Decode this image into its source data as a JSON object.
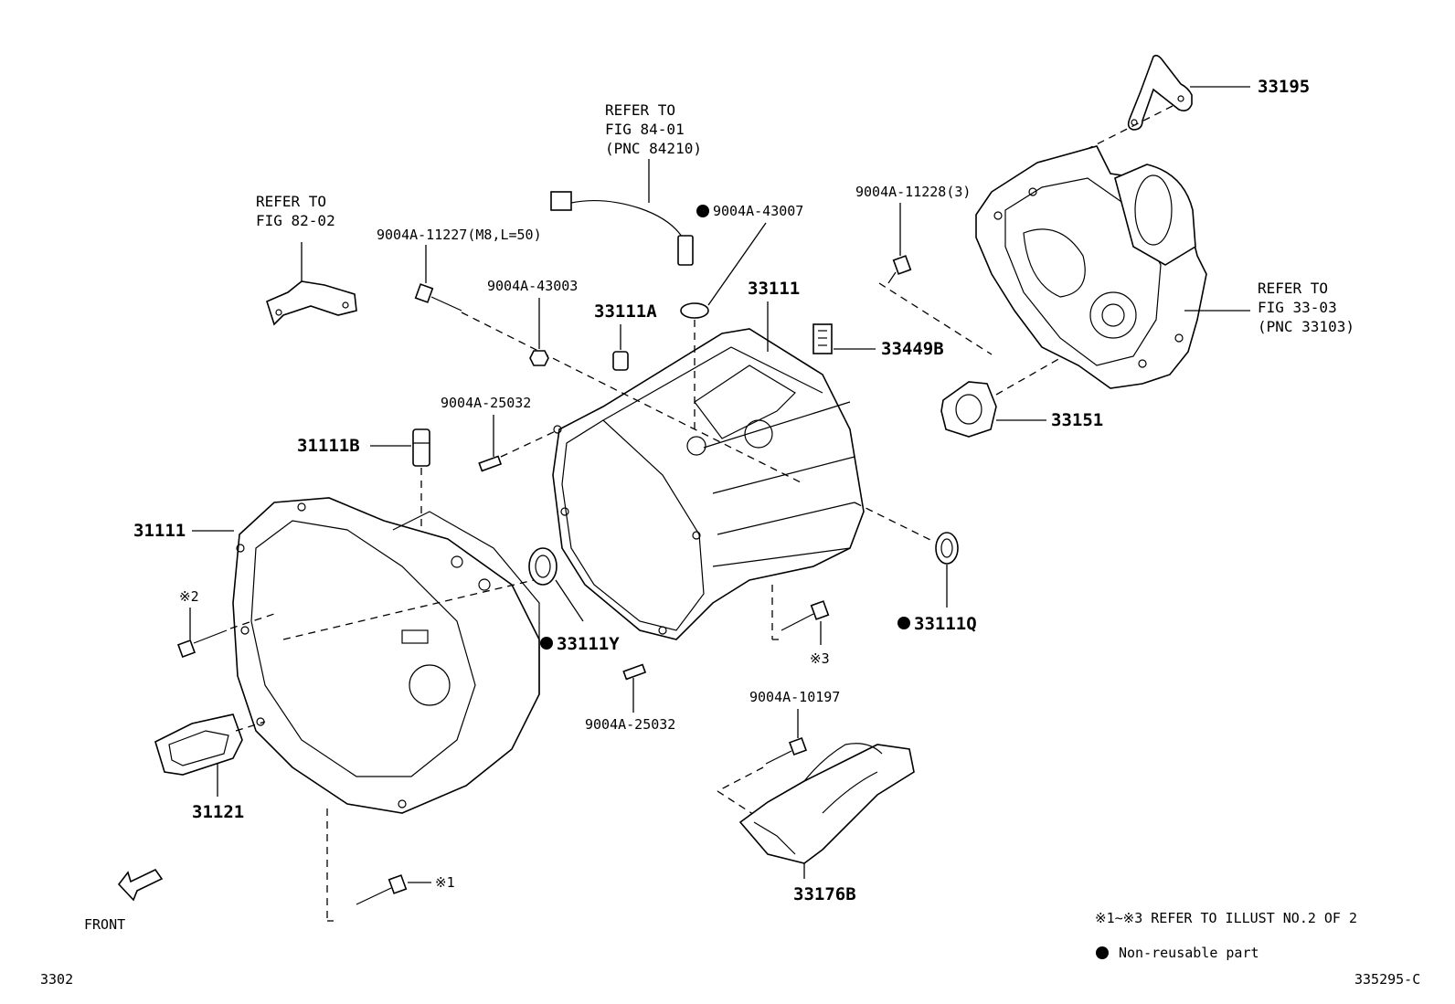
{
  "parts": {
    "p33195": "33195",
    "p9004A_11228": "9004A-11228(3)",
    "p33103_ref": [
      "REFER TO",
      "FIG 33-03",
      "(PNC 33103)"
    ],
    "p33151": "33151",
    "p33449B": "33449B",
    "p33111": "33111",
    "p33111A": "33111A",
    "p9004A_43007": "9004A-43007",
    "p84210_ref": [
      "REFER TO",
      "FIG 84-01",
      "(PNC 84210)"
    ],
    "p9004A_43003": "9004A-43003",
    "p9004A_11227": "9004A-11227(M8,L=50)",
    "p82_ref": [
      "REFER TO",
      "FIG 82-02"
    ],
    "p9004A_25032_top": "9004A-25032",
    "p31111B": "31111B",
    "p31111": "31111",
    "note2": "※2",
    "p33111Y": "33111Y",
    "p9004A_25032_bottom": "9004A-25032",
    "note3": "※3",
    "p33111Q": "33111Q",
    "p9004A_10197": "9004A-10197",
    "p33176B": "33176B",
    "p31121": "31121",
    "note1": "※1",
    "front": "FRONT"
  },
  "legend": {
    "refer_note": "※1∼※3 REFER TO ILLUST NO.2 OF 2",
    "non_reusable": "Non-reusable part"
  },
  "footer": {
    "left_code": "3302",
    "right_code": "335295-C"
  }
}
